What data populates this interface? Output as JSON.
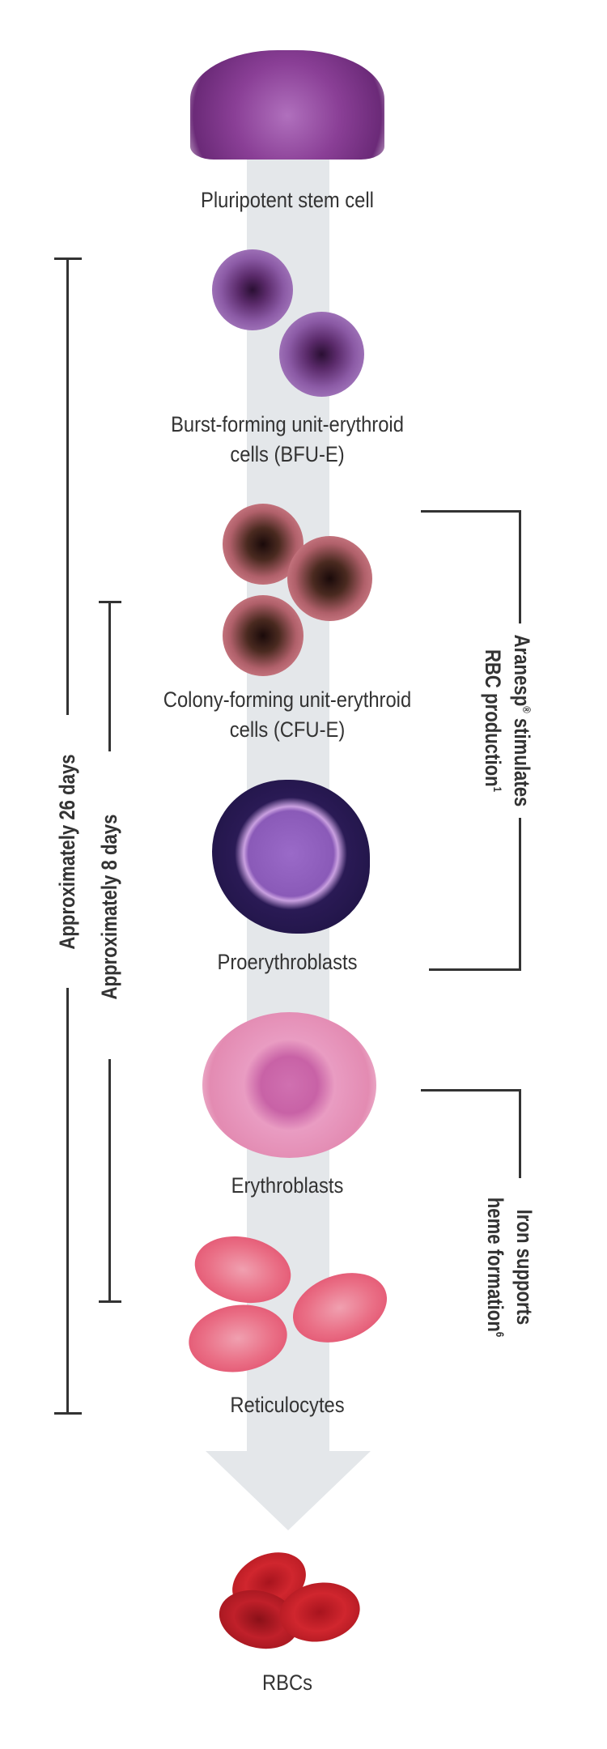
{
  "stages": [
    {
      "label": "Pluripotent stem cell"
    },
    {
      "label_line1": "Burst-forming unit-erythroid",
      "label_line2": "cells (BFU-E)"
    },
    {
      "label_line1": "Colony-forming unit-erythroid",
      "label_line2": "cells (CFU-E)"
    },
    {
      "label": "Proerythroblasts"
    },
    {
      "label": "Erythroblasts"
    },
    {
      "label": "Reticulocytes"
    },
    {
      "label": "RBCs"
    }
  ],
  "timelines": {
    "long": "Approximately 26 days",
    "short": "Approximately 8 days"
  },
  "brackets": {
    "aranesp": {
      "line1": "Aranesp",
      "reg": "®",
      "line1_rest": " stimulates",
      "line2": "RBC production",
      "ref": "1"
    },
    "iron": {
      "line1": "Iron supports",
      "line2": "heme formation",
      "ref": "6"
    }
  },
  "colors": {
    "column": "#e4e7ea",
    "text": "#333333",
    "stem": "#8a3f96",
    "rbc": "#c0202a"
  }
}
